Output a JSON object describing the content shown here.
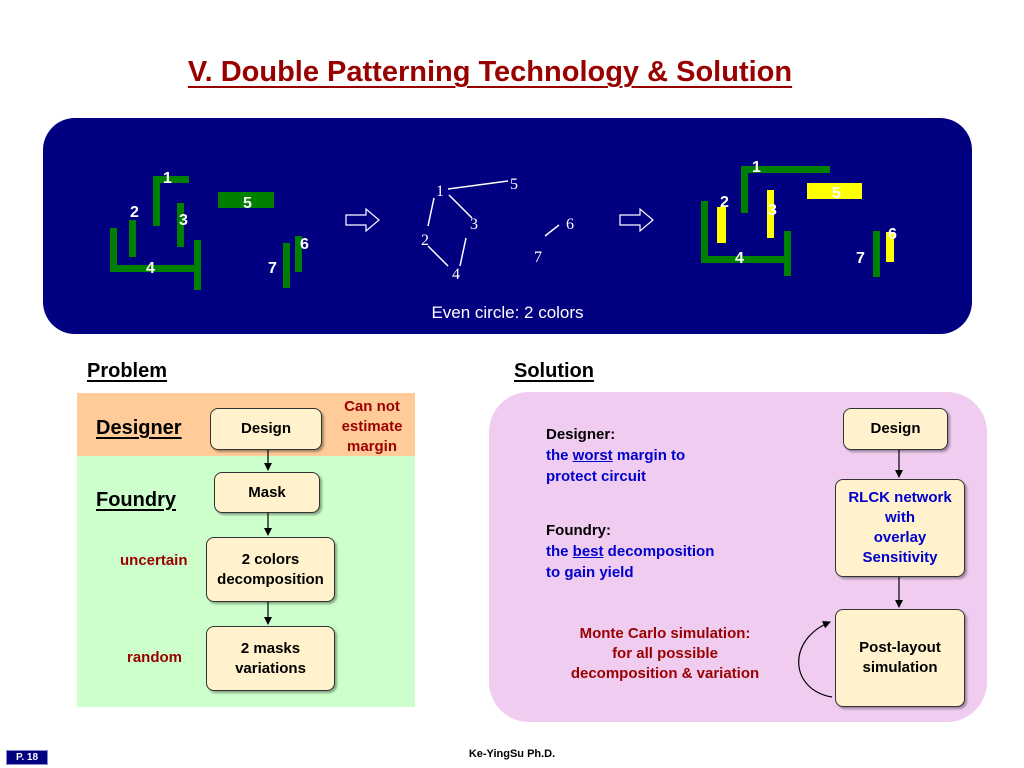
{
  "title": "V. Double Patterning Technology & Solution",
  "banner": {
    "left_labels": [
      "1",
      "2",
      "3",
      "4",
      "5",
      "6",
      "7"
    ],
    "graph_labels": [
      "1",
      "2",
      "3",
      "4",
      "5",
      "6",
      "7"
    ],
    "right_labels": [
      "1",
      "2",
      "3",
      "4",
      "5",
      "6",
      "7"
    ],
    "caption": "Even circle: 2 colors",
    "colors": {
      "background": "#000080",
      "pattern_a": "#008000",
      "pattern_b": "#ffff00"
    }
  },
  "problem": {
    "heading": "Problem",
    "designer_label": "Designer",
    "foundry_label": "Foundry",
    "design_box": "Design",
    "mask_box": "Mask",
    "decomp_box": "2 colors\ndecomposition",
    "masks_box": "2 masks\nvariations",
    "cannot": "Can not\nestimate\nmargin",
    "uncertain": "uncertain",
    "random": "random"
  },
  "solution": {
    "heading": "Solution",
    "designer_head": "Designer:",
    "designer_pre": "the ",
    "designer_key": "worst",
    "designer_post": " margin to",
    "designer_line2": "protect circuit",
    "foundry_head": "Foundry:",
    "foundry_pre": "the ",
    "foundry_key": "best",
    "foundry_post": " decomposition",
    "foundry_line2": "to gain yield",
    "design_box": "Design",
    "rlck_box": "RLCK network\nwith\noverlay\nSensitivity",
    "post_box": "Post-layout\nsimulation",
    "monte": "Monte Carlo simulation:\nfor all possible\ndecomposition & variation"
  },
  "footer": {
    "page": "P. 18",
    "author": "Ke-YingSu  Ph.D."
  }
}
